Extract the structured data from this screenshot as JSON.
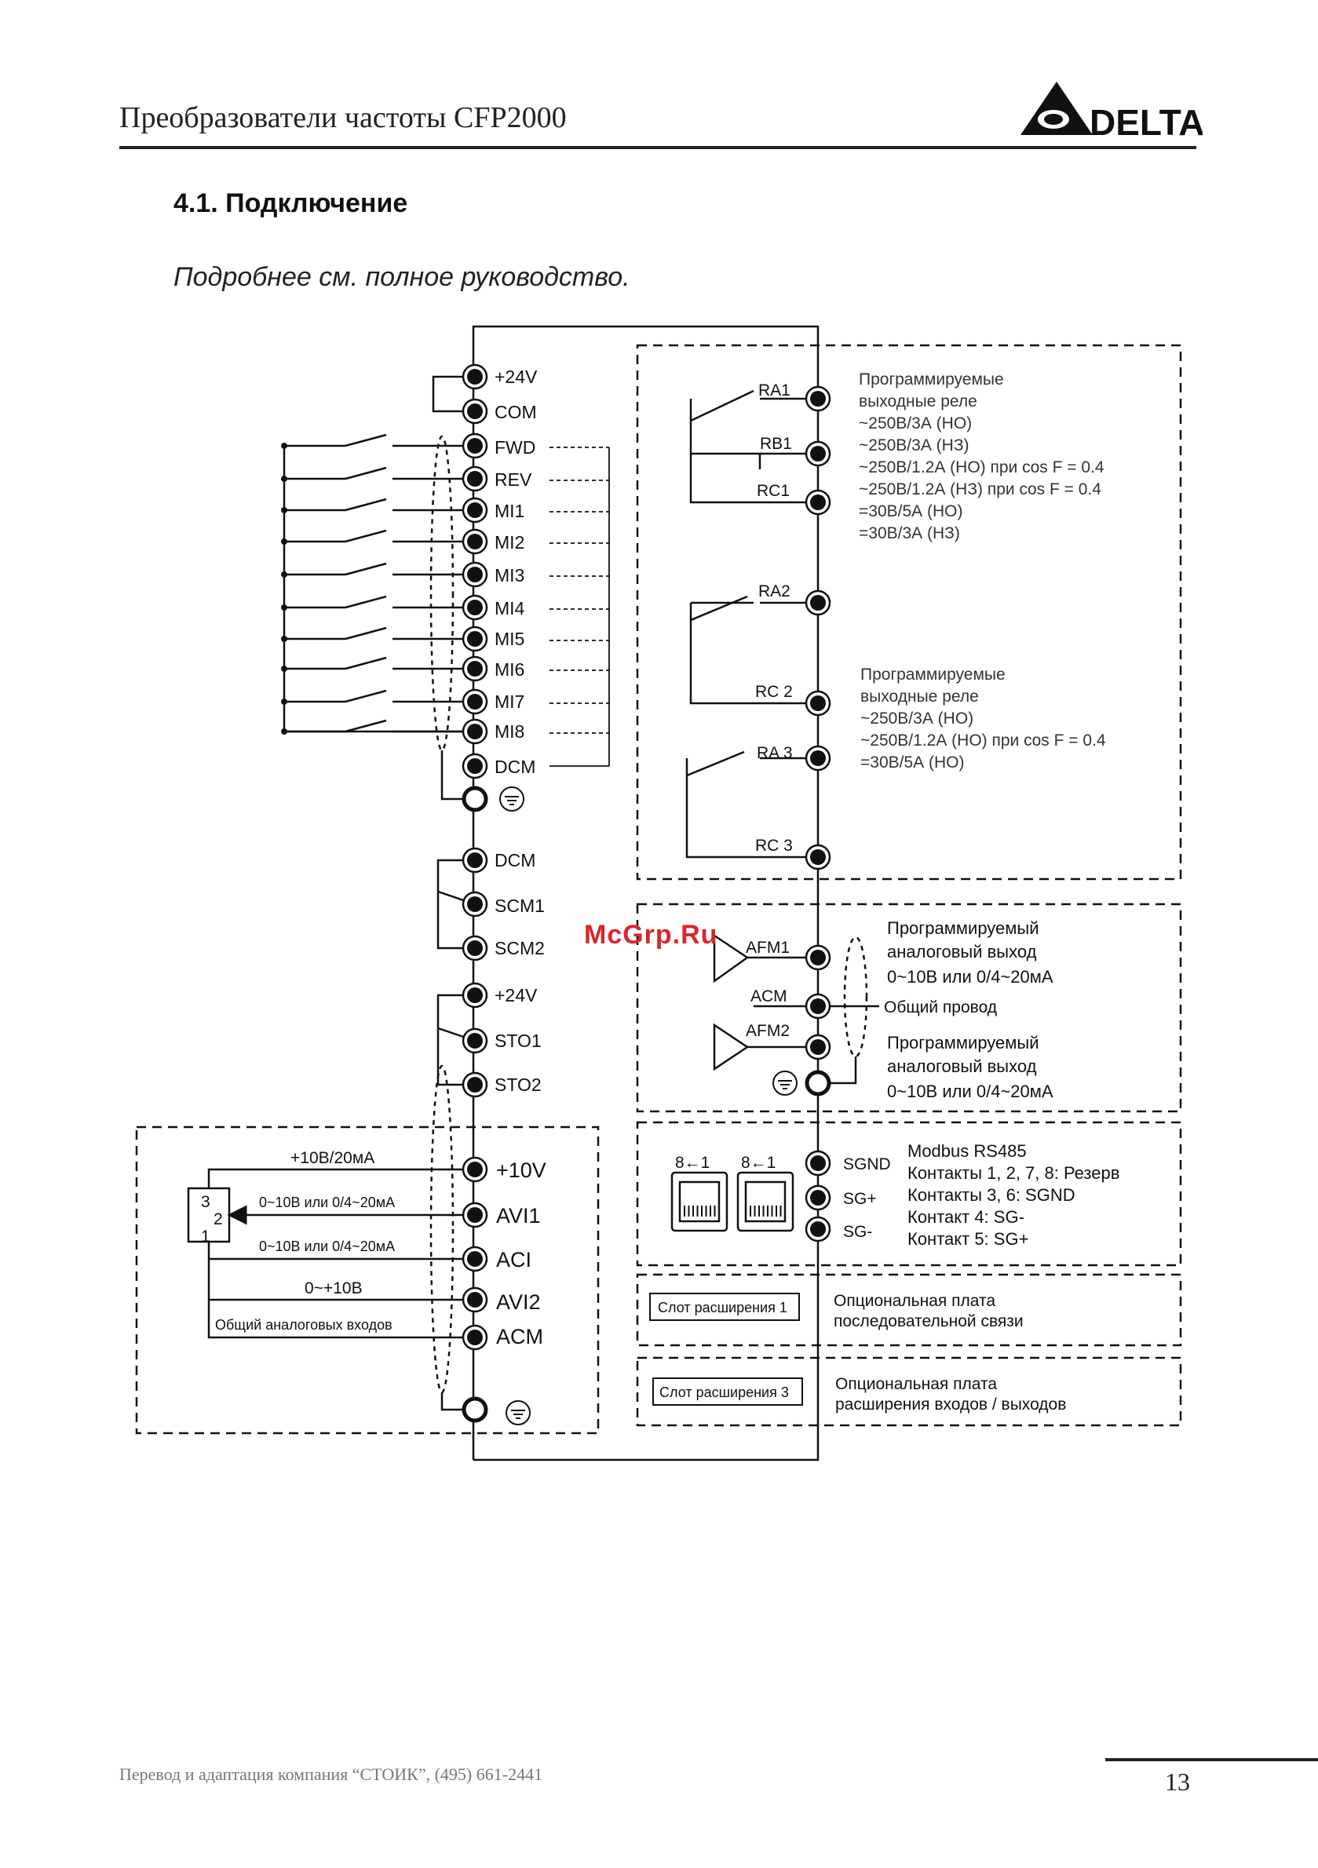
{
  "header": {
    "title": "Преобразователи частоты CFP2000",
    "logo_text": "DELTA"
  },
  "section": {
    "title": "4.1. Подключение",
    "note": "Подробнее см. полное руководство."
  },
  "watermark": "McGrp.Ru",
  "diagram": {
    "power_terminals": [
      "+24V",
      "COM"
    ],
    "digital_inputs": [
      "FWD",
      "REV",
      "MI1",
      "MI2",
      "MI3",
      "MI4",
      "MI5",
      "MI6",
      "MI7",
      "MI8",
      "DCM"
    ],
    "safety_terminals": [
      "DCM",
      "SCM1",
      "SCM2",
      "+24V",
      "STO1",
      "STO2"
    ],
    "analog_inputs": [
      "+10V",
      "AVI1",
      "ACI",
      "AVI2",
      "ACM"
    ],
    "analog_input_labels": {
      "v10": "+10В/20мА",
      "avi1": "0~10В или 0/4~20мА",
      "aci": "0~10В или 0/4~20мА",
      "avi2": "0~+10В",
      "common": "Общий аналоговых входов"
    },
    "pot_pins": [
      "3",
      "2",
      "1"
    ],
    "relay1": {
      "terminals": [
        "RA1",
        "RB1",
        "RC1"
      ],
      "desc": [
        "Программируемые",
        " выходные реле",
        "~250В/3А (НО)",
        "~250В/3А (НЗ)",
        "~250В/1.2А (НО) при cos F = 0.4",
        "~250В/1.2А (НЗ) при cos F = 0.4",
        "=30В/5А (НО)",
        "=30В/3А (НЗ)"
      ]
    },
    "relay2": {
      "terminals": [
        "RA2",
        "RC 2",
        "RA 3",
        "RC 3"
      ],
      "desc": [
        "Программируемые",
        " выходные реле",
        "~250В/3А (НО)",
        "~250В/1.2А (НО) при cos F = 0.4",
        "=30В/5А (НО)"
      ]
    },
    "analog_outputs": {
      "terminals": [
        "AFM1",
        "ACM",
        "AFM2"
      ],
      "desc1": [
        "Программируемый",
        "аналоговый выход",
        "0~10В или 0/4~20мА"
      ],
      "common": "Общий провод",
      "desc2": [
        "Программируемый",
        "аналоговый выход",
        "0~10В или 0/4~20мА"
      ]
    },
    "modbus": {
      "terminals": [
        "SGND",
        "SG+",
        "SG-"
      ],
      "port_labels": [
        "8←1",
        "8←1"
      ],
      "desc": [
        "Modbus RS485",
        "Контакты 1, 2, 7, 8: Резерв",
        "Контакты 3, 6: SGND",
        "Контакт 4: SG-",
        "Контакт 5: SG+"
      ]
    },
    "slot1": {
      "label": "Слот расширения 1",
      "desc": [
        "Опциональная плата",
        "последовательной связи"
      ]
    },
    "slot3": {
      "label": "Слот расширения 3",
      "desc": [
        "Опциональная плата",
        "расширения входов / выходов"
      ]
    }
  },
  "footer": {
    "text": "Перевод и адаптация компания “СТОИК”,  (495) 661-2441",
    "page": "13"
  }
}
